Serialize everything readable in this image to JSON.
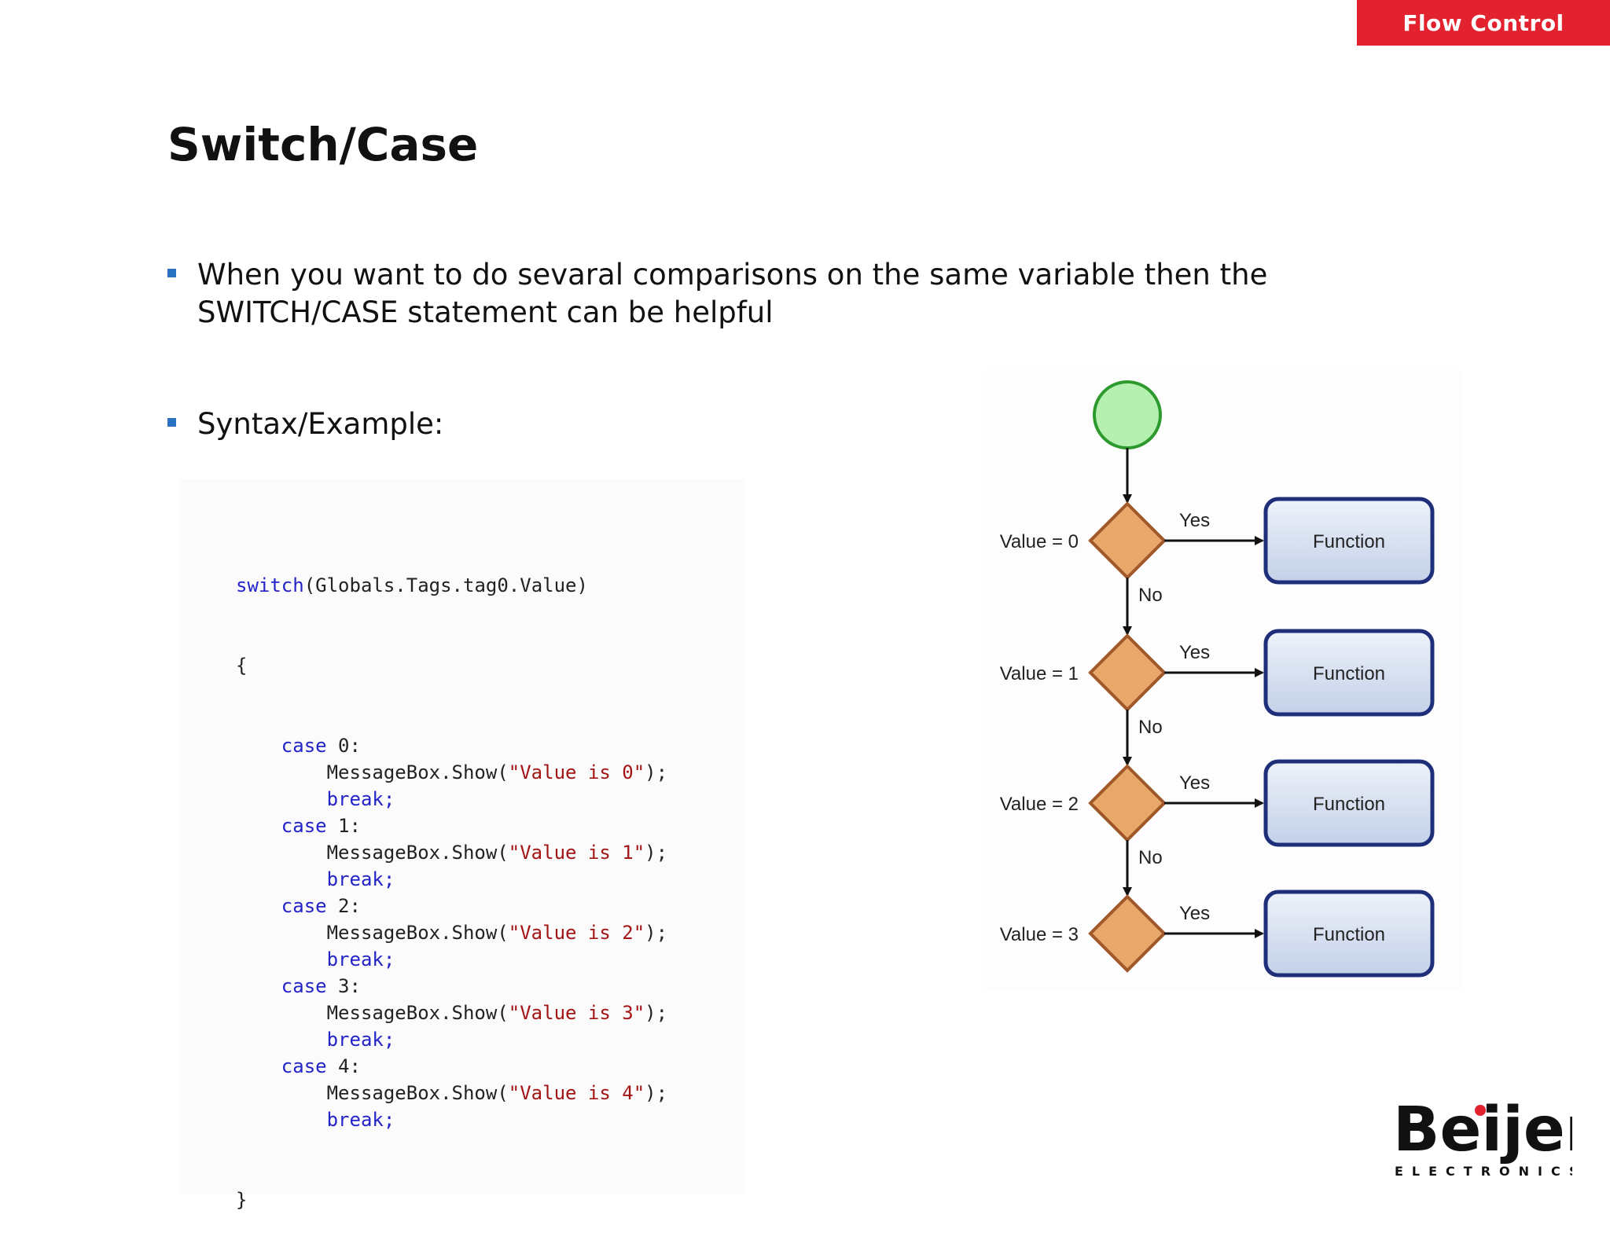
{
  "header": {
    "section_label": "Flow Control"
  },
  "slide": {
    "title": "Switch/Case",
    "bullets": [
      "When you want to do sevaral comparisons on the same variable then the SWITCH/CASE statement can be helpful",
      "Syntax/Example:"
    ]
  },
  "code": {
    "switch_keyword": "switch",
    "switch_expr": "(Globals.Tags.tag0.Value)",
    "open_brace": "{",
    "close_brace": "}",
    "case_keyword": "case",
    "call": "MessageBox.Show(",
    "call_end": ");",
    "break_keyword": "break;",
    "cases": [
      {
        "label": " 0:",
        "string": "\"Value is 0\""
      },
      {
        "label": " 1:",
        "string": "\"Value is 1\""
      },
      {
        "label": " 2:",
        "string": "\"Value is 2\""
      },
      {
        "label": " 3:",
        "string": "\"Value is 3\""
      },
      {
        "label": " 4:",
        "string": "\"Value is 4\""
      }
    ]
  },
  "flowchart": {
    "yes_label": "Yes",
    "no_label": "No",
    "decisions": [
      {
        "condition": "Value = 0",
        "function": "Function"
      },
      {
        "condition": "Value = 1",
        "function": "Function"
      },
      {
        "condition": "Value = 2",
        "function": "Function"
      },
      {
        "condition": "Value = 3",
        "function": "Function"
      }
    ],
    "colors": {
      "start_fill": "#b6f0b0",
      "start_stroke": "#2d9a2d",
      "diamond_fill": "#e8a869",
      "diamond_stroke": "#a0582a",
      "box_fill": "#d6e0f0",
      "box_stroke": "#1e2f7a"
    }
  },
  "logo": {
    "brand": "Beijer",
    "sub": "ELECTRONICS",
    "dot_color": "#e2222e"
  },
  "colors": {
    "accent": "#e2222e",
    "bullet": "#2a73c2",
    "keyword": "#2323c8",
    "string": "#a31515"
  }
}
